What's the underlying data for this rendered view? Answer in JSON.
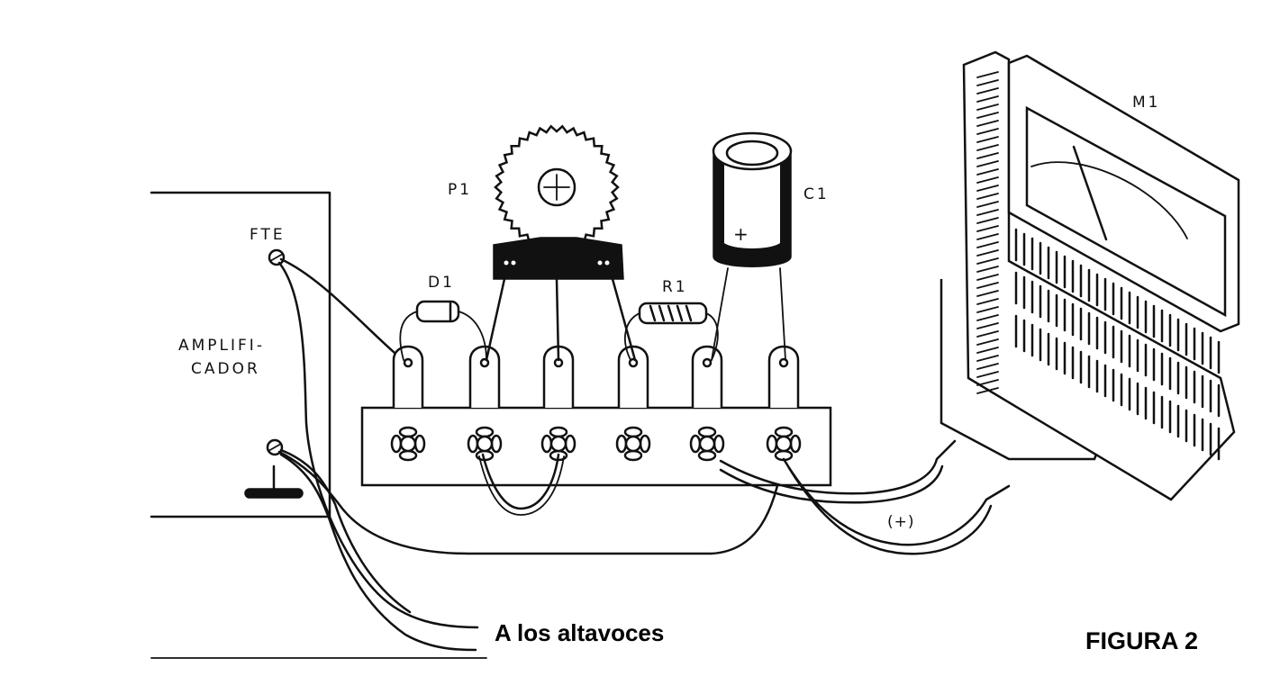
{
  "figure": {
    "caption": "FIGURA 2",
    "note": "A los altavoces"
  },
  "amplifier": {
    "label_line1": "AMPLIFI-",
    "label_line2": "CADOR",
    "terminal_source_label": "FTE"
  },
  "components": {
    "potentiometer": "P1",
    "diode": "D1",
    "resistor": "R1",
    "capacitor": "C1",
    "capacitor_polarity": "+",
    "meter": "M1"
  },
  "wiring": {
    "positive_lead_label": "(+)"
  },
  "terminal_strip": {
    "lug_count": 6,
    "jumper_between": [
      2,
      3
    ]
  },
  "colors": {
    "ink": "#111111",
    "paper": "#ffffff"
  }
}
